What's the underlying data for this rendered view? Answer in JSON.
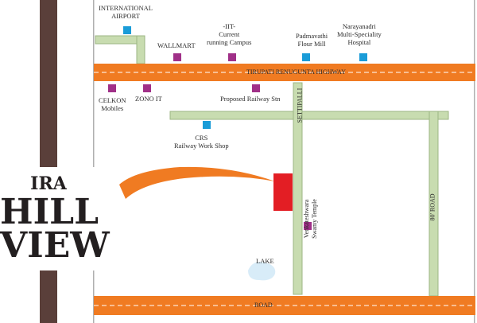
{
  "brand": {
    "line1": "IRA",
    "line2": "HILL",
    "line3": "VIEW"
  },
  "roads": {
    "highway": "TIRUPATI RENUGUNTA HIGHWAY",
    "bottom": "ROAD",
    "settipalli": "SETTIPALLI",
    "feet80": "80' ROAD"
  },
  "landmarks": [
    {
      "id": "airport",
      "text": "INTERNATIONAL\nAIRPORT"
    },
    {
      "id": "wallmart",
      "text": "WALLMART"
    },
    {
      "id": "iit",
      "text": "-IIT-\nCurrent\nrunning Campus"
    },
    {
      "id": "padmavathi",
      "text": "Padmavathi\nFlour Mill"
    },
    {
      "id": "narayanadri",
      "text": "Narayanadri\nMulti-Speciality\nHospital"
    },
    {
      "id": "celkon",
      "text": "CELKON\nMobiles"
    },
    {
      "id": "zono",
      "text": "ZONO IT"
    },
    {
      "id": "railway",
      "text": "Proposed Railway Stn"
    },
    {
      "id": "crs",
      "text": "CRS\nRailway Work Shop"
    },
    {
      "id": "temple",
      "text": "Venkateshwara\nSwamy Temple"
    },
    {
      "id": "lake",
      "text": "LAKE"
    }
  ],
  "colors": {
    "mainRoad": "#f07b22",
    "sideRoad": "#c8dcb0",
    "border": "#5a3f3a",
    "siteMarker": "#e31e24",
    "magentaMarker": "#a03088",
    "blueMarker": "#1a9cd8",
    "lake": "#d8ecf8"
  }
}
